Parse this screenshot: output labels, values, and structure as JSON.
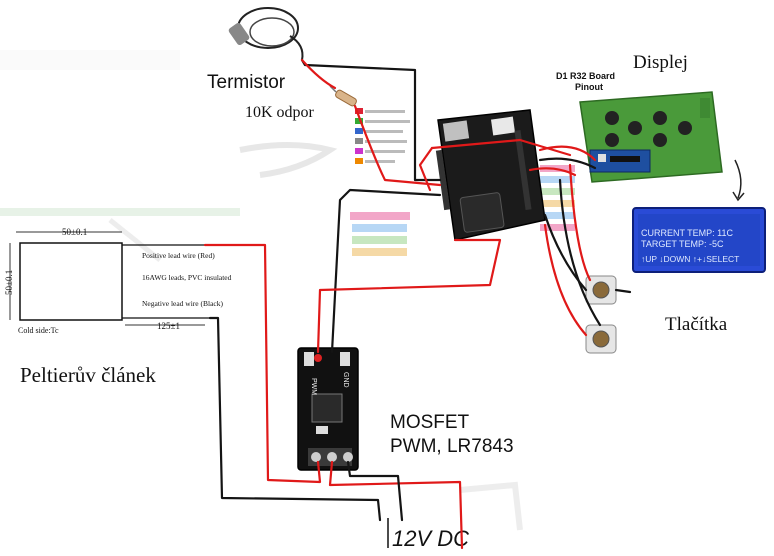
{
  "labels": {
    "thermistor": "Termistor",
    "resistor": "10K odpor",
    "display": "Displej",
    "board_title": "D1 R32 Board",
    "board_subtitle": "Pinout",
    "buttons": "Tlačítka",
    "peltier": "Peltierův článek",
    "mosfet_line1": "MOSFET",
    "mosfet_line2": "PWM, LR7843",
    "power": "12V DC"
  },
  "peltier_spec": {
    "width": "50±0.1",
    "height": "50±0.1",
    "lead_length": "125±1",
    "positive_lead": "Positive lead wire (Red)",
    "leads_note": "16AWG leads, PVC insulated",
    "negative_lead": "Negative lead wire (Black)",
    "cold_side": "Cold side:Tc"
  },
  "lcd": {
    "line1": "CURRENT TEMP: 11C",
    "line2": "TARGET TEMP: -5C",
    "line3": "↑UP ↓DOWN ↑+↓SELECT"
  },
  "mosfet_pins": {
    "pwm": "PWM",
    "gnd": "GND"
  },
  "colors": {
    "wire_red": "#e01919",
    "wire_black": "#141414",
    "pcb_green": "#4a9a3a",
    "lcd_blue": "#2a4bd6",
    "lcd_text": "#dfe9ff",
    "board_black": "#1b1b1b"
  }
}
